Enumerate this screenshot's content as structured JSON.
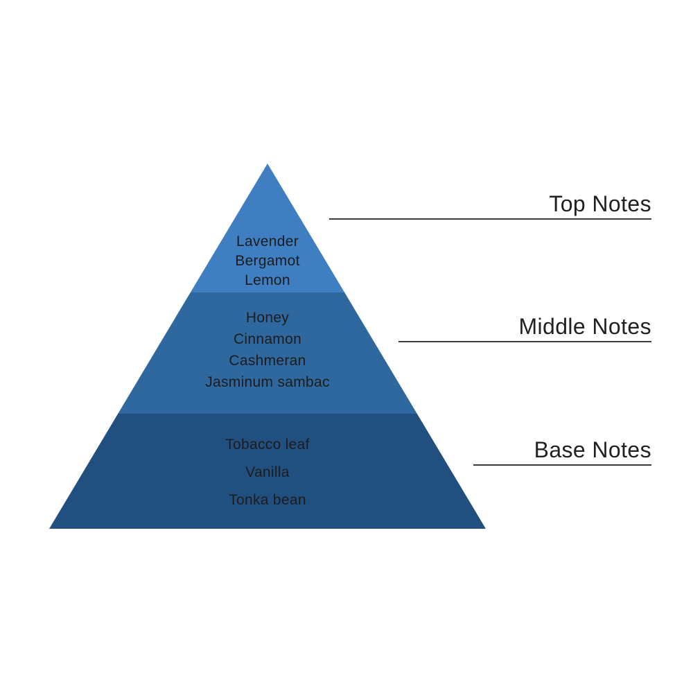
{
  "pyramid": {
    "tiers": [
      {
        "label": "Top Notes",
        "color": "#3E7EC1",
        "notes": [
          "Lavender",
          "Bergamot",
          "Lemon"
        ]
      },
      {
        "label": "Middle Notes",
        "color": "#2E689E",
        "notes": [
          "Honey",
          "Cinnamon",
          "Cashmeran",
          "Jasminum sambac"
        ]
      },
      {
        "label": "Base Notes",
        "color": "#215080",
        "notes": [
          "Tobacco leaf",
          "Vanilla",
          "Tonka bean"
        ]
      }
    ],
    "text_color": "#1C1C1C",
    "label_color": "#212121",
    "line_color": "#3B3B3B",
    "background": "#FFFFFF"
  }
}
